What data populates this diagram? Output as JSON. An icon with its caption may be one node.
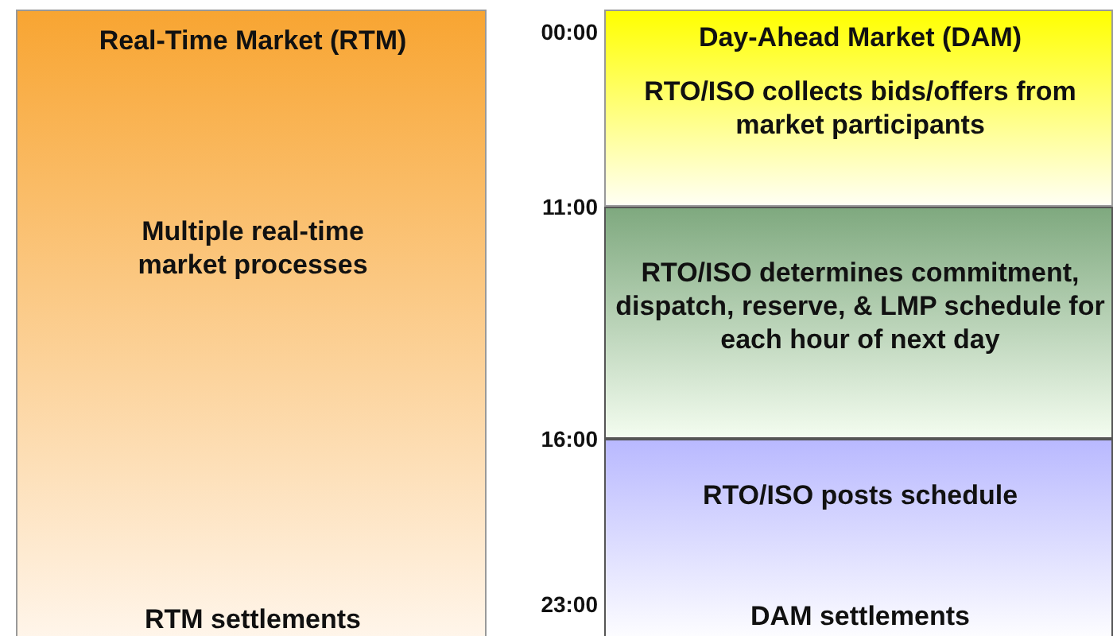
{
  "diagram": {
    "nodes": [
      {
        "text": [
          "Real-Time Market (RTM)",
          "Multiple real-time market processes",
          "RTM settlements"
        ]
      },
      {
        "text": [
          "Day-Ahead Market (DAM)",
          "RTO/ISO collects bids/offers from market participants"
        ]
      },
      {
        "text": [
          "RTO/ISO determines commitment, dispatch, reserve, & LMP schedule for each hour of next day"
        ]
      },
      {
        "text": [
          "RTO/ISO posts schedule",
          "DAM settlements"
        ]
      }
    ],
    "edges": [],
    "labels": [
      "00:00",
      "11:00",
      "16:00",
      "23:00"
    ]
  }
}
